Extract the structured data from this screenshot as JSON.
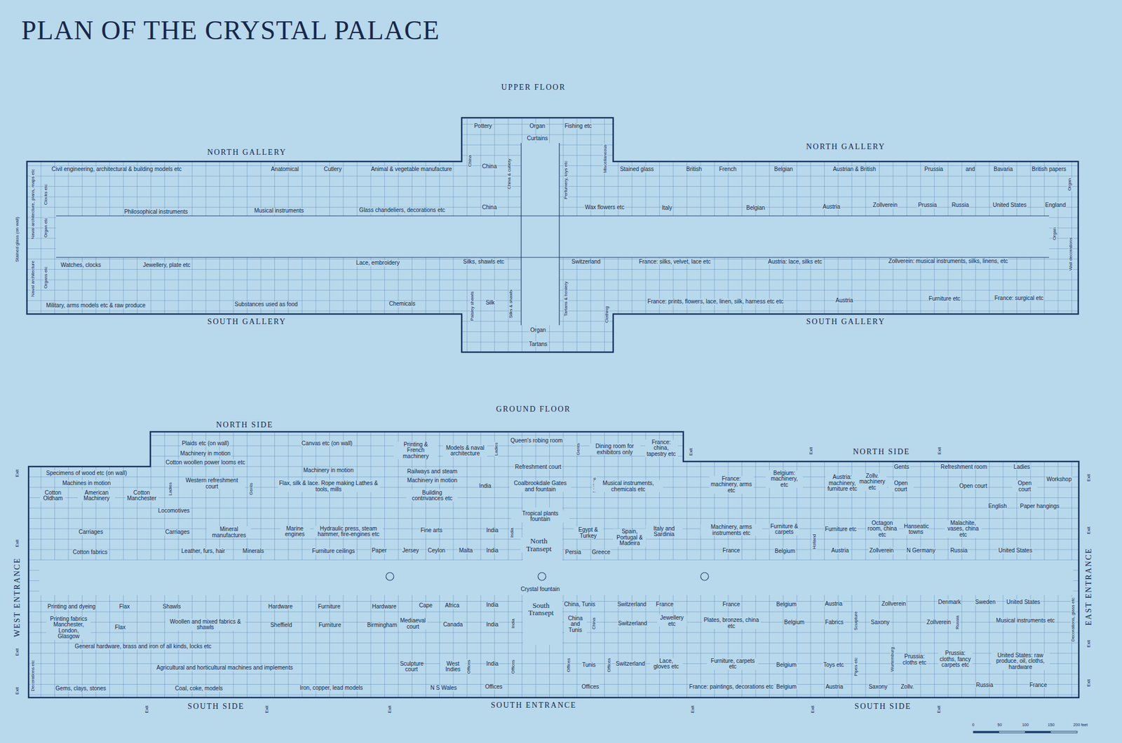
{
  "diagram": {
    "title": "PLAN OF THE CRYSTAL PALACE",
    "nodes": [
      {
        "text": [
          "UPPER FLOOR"
        ]
      },
      {
        "text": [
          "GROUND FLOOR"
        ]
      }
    ],
    "labels": [
      "NORTH GALLERY",
      "NORTH GALLERY",
      "Pottery",
      "Organ",
      "Curtains",
      "Fishing etc",
      "China",
      "China",
      "China & cutlery",
      "Perfumery, toys etc",
      "Miscellaneous",
      "China",
      "Civil engineering, architectural & building models etc",
      "Anatomical",
      "Cutlery",
      "Animal & vegetable manufacture",
      "Stained glass",
      "British",
      "French",
      "Belgian",
      "Austrian & British",
      "Prussia",
      "and",
      "Bavaria",
      "British papers",
      "Stained glass (on wall)",
      "Naval architecture, plans, maps etc",
      "Clocks etc",
      "Organ etc",
      "Philosophical instruments",
      "Musical instruments",
      "Glass chandeliers, decorations etc",
      "Wax flowers etc",
      "Italy",
      "Belgian",
      "Austria",
      "Zollverein",
      "Prussia",
      "Russia",
      "United States",
      "England",
      "Organ",
      "Organ",
      "Wall decorations",
      "Naval architecture",
      "Organs etc",
      "Watches, clocks",
      "Jewellery, plate etc",
      "Lace, embroidery",
      "Silks, shawls etc",
      "Switzerland",
      "France: silks, velvet, lace etc",
      "Austria: lace, silks etc",
      "Zollverein: musical instruments, silks, linens, etc",
      "Paisley shawls",
      "Silk",
      "Silks & shawls",
      "Tartans & hosiery",
      "Clothing",
      "Military, arms models etc & raw produce",
      "Substances used as food",
      "Chemicals",
      "France: prints, flowers, lace, linen, silk, harness etc etc",
      "Austria",
      "Furniture etc",
      "France: surgical etc",
      "Organ",
      "Tartans",
      "SOUTH GALLERY",
      "SOUTH GALLERY",
      "NORTH SIDE",
      "NORTH SIDE",
      "Plaids etc (on wall)",
      "Machinery in motion",
      "Cotton woollen power looms etc",
      "Canvas etc (on wall)",
      "Printing & French machinery",
      "Models & naval architecture",
      "Ladies",
      "Queen's robing room",
      "Gents",
      "Dining room for exhibitors only",
      "France: china, tapestry etc",
      "Exit",
      "Exit",
      "Exit",
      "Specimens of wood etc (on wall)",
      "Machines in motion",
      "Cotton Oldham",
      "American Machinery",
      "Cotton Manchester",
      "Ladies",
      "Western refreshment court",
      "Gents",
      "Machinery in motion",
      "Flax, silk & lace. Rope making Lathes & tools, mills",
      "Railways and steam",
      "Machinery in motion",
      "Building contrivances etc",
      "India",
      "Refreshment court",
      "Coalbrookdale Gates and fountain",
      "Lecture",
      "Musical instruments, chemicals etc",
      "France: machinery, arms etc",
      "Belgium: machinery, etc",
      "Austria: machinery, furniture etc",
      "Zollv. machinery etc",
      "Gents",
      "Open court",
      "Refreshment room",
      "Open court",
      "Ladies",
      "Open court",
      "Workshop",
      "Locomotives",
      "English",
      "Paper hangings",
      "Carriages",
      "Carriages",
      "Mineral manufactures",
      "Marine engines",
      "Hydraulic press, steam hammer, fire-engines etc",
      "Fine arts",
      "India",
      "India",
      "Tropical plants fountain",
      "Egypt & Turkey",
      "Spain, Portugal & Madeira",
      "Italy and Sardinia",
      "Machinery, arms instruments etc",
      "Furniture & carpets",
      "Holland",
      "Furniture etc",
      "Octagon room, china etc",
      "Hanseatic towns",
      "Malachite, vases, china etc",
      "Cotton fabrics",
      "Leather, furs, hair",
      "Minerals",
      "Furniture ceilings",
      "Paper",
      "Jersey",
      "Ceylon",
      "Malta",
      "India",
      "North Transept",
      "Persia",
      "Greece",
      "France",
      "Belgium",
      "Austria",
      "Zollverein",
      "N Germany",
      "Russia",
      "United States",
      "Exit",
      "Exit",
      "WEST ENTRANCE",
      "Exit",
      "Exit",
      "Exit",
      "Exit",
      "EAST ENTRANCE",
      "Exit",
      "Exit",
      "Crystal fountain",
      "Printing and dyeing",
      "Flax",
      "Shawls",
      "Hardware",
      "Furniture",
      "Hardware",
      "Cape",
      "Africa",
      "India",
      "South Transept",
      "China, Tunis",
      "Switzerland",
      "France",
      "France",
      "Belgium",
      "Austria",
      "Zollverein",
      "Denmark",
      "Sweden",
      "United States",
      "Printing fabrics Manchester, London, Glasgow",
      "Flax",
      "Woollen and mixed fabrics & shawls",
      "Sheffield",
      "Furniture",
      "Birmingham",
      "Mediaeval court",
      "Canada",
      "India",
      "India",
      "China and Tunis",
      "China",
      "Switzerland",
      "Jewellery etc",
      "Plates, bronzes, china etc",
      "Belgium",
      "Fabrics",
      "Sculpture",
      "Saxony",
      "Zollverein",
      "Russia",
      "Musical instruments etc",
      "Decorations, glass etc",
      "General hardware, brass and iron of all kinds, locks etc",
      "Agricultural and horticultural machines and implements",
      "Sculpture court",
      "West Indies",
      "Offices",
      "India",
      "Offices",
      "Offices",
      "Tunis",
      "Offices",
      "Switzerland",
      "Lace, gloves etc",
      "Furniture, carpets etc",
      "Belgium",
      "Toys etc",
      "Pipes etc",
      "Wurtemburg",
      "Prussia: cloths etc",
      "Prussia: cloths, fancy carpets etc",
      "United States: raw produce, oil, cloths, hardware",
      "Decorations etc",
      "Gems, clays, stones",
      "Coal, coke, models",
      "Iron, copper, lead models",
      "N S Wales",
      "Offices",
      "Offices",
      "France: paintings, decorations etc",
      "Belgium",
      "Austria",
      "Saxony",
      "Zollv.",
      "Russia",
      "France",
      "SOUTH SIDE",
      "SOUTH ENTRANCE",
      "SOUTH SIDE",
      "Exit",
      "Exit",
      "Exit",
      "Exit",
      "Exit",
      "Exit",
      "0",
      "50",
      "100",
      "150",
      "200 feet"
    ]
  }
}
